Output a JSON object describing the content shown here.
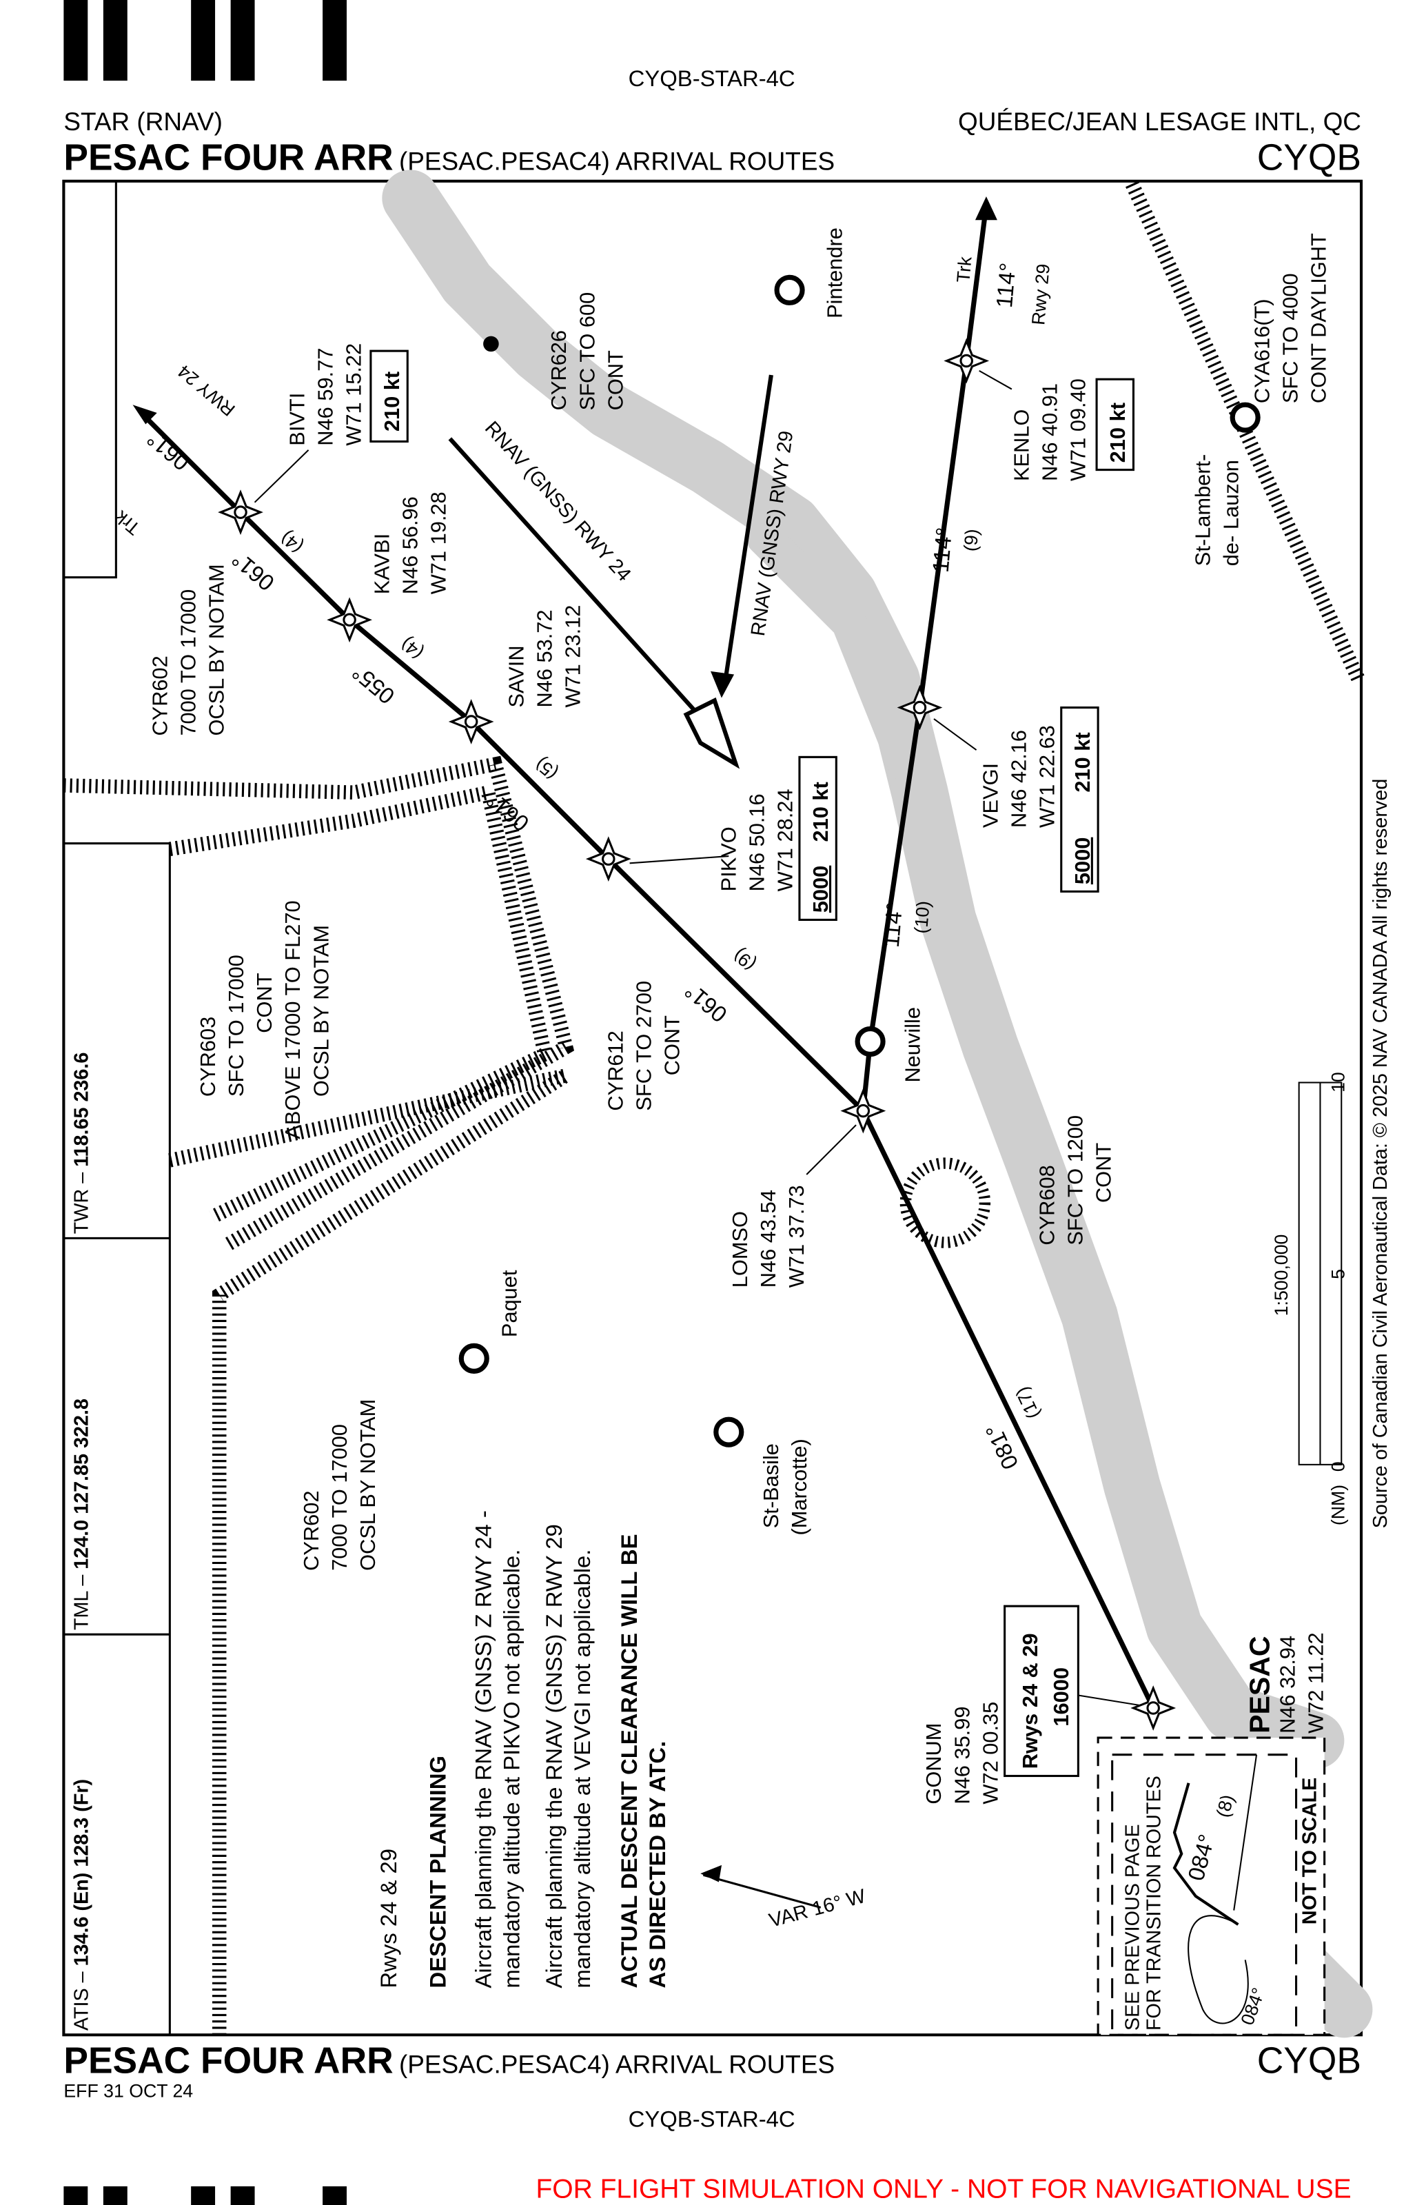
{
  "header": {
    "chart_id": "CYQB-STAR-4C",
    "chart_type": "STAR (RNAV)",
    "title": "PESAC FOUR ARR",
    "subtitle": "(PESAC.PESAC4) ARRIVAL ROUTES",
    "airport_name": "QUÉBEC/JEAN LESAGE INTL, QC",
    "airport_id": "CYQB"
  },
  "footer": {
    "title": "PESAC FOUR ARR",
    "subtitle": "(PESAC.PESAC4) ARRIVAL ROUTES",
    "airport_id": "CYQB",
    "effective": "EFF 31 OCT 24",
    "chart_id": "CYQB-STAR-4C",
    "disclaimer": "FOR FLIGHT SIMULATION ONLY - NOT FOR NAVIGATIONAL USE",
    "disclaimer_color": "#ff0000"
  },
  "comms": {
    "atis_label": "ATIS –",
    "atis_freq": "134.6 (En)  128.3 (Fr)",
    "tml_label": "TML –",
    "tml_freq": "124.0  127.85  322.8",
    "twr_label": "TWR –",
    "twr_freq": "118.65  236.6"
  },
  "descent_planning": {
    "rwys": "Rwys 24 & 29",
    "heading": "DESCENT PLANNING",
    "line1": "Aircraft planning the RNAV (GNSS) Z RWY 24 -",
    "line2": "mandatory altitude at PIKVO not applicable.",
    "line3": "Aircraft planning the RNAV (GNSS) Z RWY 29",
    "line4": "mandatory altitude at VEVGI not applicable.",
    "line5": "ACTUAL DESCENT CLEARANCE WILL BE",
    "line6": "AS DIRECTED BY ATC."
  },
  "variation": "VAR 16° W",
  "waypoints": {
    "bivti": {
      "name": "BIVTI",
      "lat": "N46 59.77",
      "lon": "W71 15.22",
      "speed": "210 kt"
    },
    "kavbi": {
      "name": "KAVBI",
      "lat": "N46 56.96",
      "lon": "W71 19.28"
    },
    "savin": {
      "name": "SAVIN",
      "lat": "N46 53.72",
      "lon": "W71 23.12"
    },
    "pikvo": {
      "name": "PIKVO",
      "lat": "N46 50.16",
      "lon": "W71 28.24",
      "alt": "5000",
      "speed": "210 kt"
    },
    "lomso": {
      "name": "LOMSO",
      "lat": "N46 43.54",
      "lon": "W71 37.73"
    },
    "gonum": {
      "name": "GONUM",
      "lat": "N46 35.99",
      "lon": "W72 00.35",
      "rwys": "Rwys 24 & 29",
      "alt": "16000"
    },
    "pesac": {
      "name": "PESAC",
      "lat": "N46 32.94",
      "lon": "W72 11.22"
    },
    "vevgi": {
      "name": "VEVGI",
      "lat": "N46 42.16",
      "lon": "W71 22.63",
      "alt": "5000",
      "speed": "210 kt"
    },
    "kenlo": {
      "name": "KENLO",
      "lat": "N46 40.91",
      "lon": "W71 09.40",
      "speed": "210 kt"
    }
  },
  "legs": {
    "pesac_gonum": {
      "course": "084°",
      "dist": "(8)"
    },
    "gonum_lomso": {
      "course": "081°",
      "dist": "(17)"
    },
    "lomso_pikvo": {
      "course": "061°",
      "dist": "(9)"
    },
    "pikvo_savin": {
      "course": "061°",
      "dist": "(5)"
    },
    "savin_kavbi": {
      "course": "055°",
      "dist": "(4)"
    },
    "kavbi_bivti": {
      "course": "061°",
      "dist": "(4)"
    },
    "bivti_trk": {
      "course": "061°",
      "trk": "Trk",
      "rwy": "RWY 24"
    },
    "lomso_vevgi": {
      "course": "114°",
      "dist": "(10)"
    },
    "vevgi_kenlo": {
      "course": "114°",
      "dist": "(9)"
    },
    "kenlo_trk": {
      "course": "114°",
      "trk": "Trk",
      "rwy": "Rwy 29"
    },
    "hold": "084°"
  },
  "approach_labels": {
    "rwy24": "RNAV (GNSS) RWY 24",
    "rwy29": "RNAV (GNSS) RWY 29"
  },
  "airspaces": {
    "cyr626": [
      "CYR626",
      "SFC TO 600",
      "CONT"
    ],
    "cyr602_north": [
      "CYR602",
      "7000 TO 17000",
      "OCSL BY NOTAM"
    ],
    "cyr603": [
      "CYR603",
      "SFC TO 17000",
      "CONT",
      "ABOVE 17000 TO FL270",
      "OCSL BY NOTAM"
    ],
    "cyr612": [
      "CYR612",
      "SFC TO 2700",
      "CONT"
    ],
    "cyr602_south": [
      "CYR602",
      "7000 TO 17000",
      "OCSL BY NOTAM"
    ],
    "cyr608": [
      "CYR608",
      "SFC TO 1200",
      "CONT"
    ],
    "cya616": [
      "CYA616(T)",
      "SFC TO 4000",
      "CONT DAYLIGHT"
    ]
  },
  "places": {
    "pintendre": "Pintendre",
    "neuville": "Neuville",
    "paquet": "Paquet",
    "st_basile_1": "St-Basile",
    "st_basile_2": "(Marcotte)",
    "st_lambert_1": "St-Lambert-",
    "st_lambert_2": "de- Lauzon"
  },
  "inset": {
    "line1": "SEE PREVIOUS PAGE",
    "line2": "FOR TRANSITION ROUTES",
    "not_to_scale": "NOT TO SCALE"
  },
  "scale": {
    "ratio": "1:500,000",
    "unit": "(NM)",
    "t0": "0",
    "t5": "5",
    "t10": "10"
  },
  "source": "Source of Canadian Civil Aeronautical Data: © 2025 NAV CANADA All rights reserved"
}
